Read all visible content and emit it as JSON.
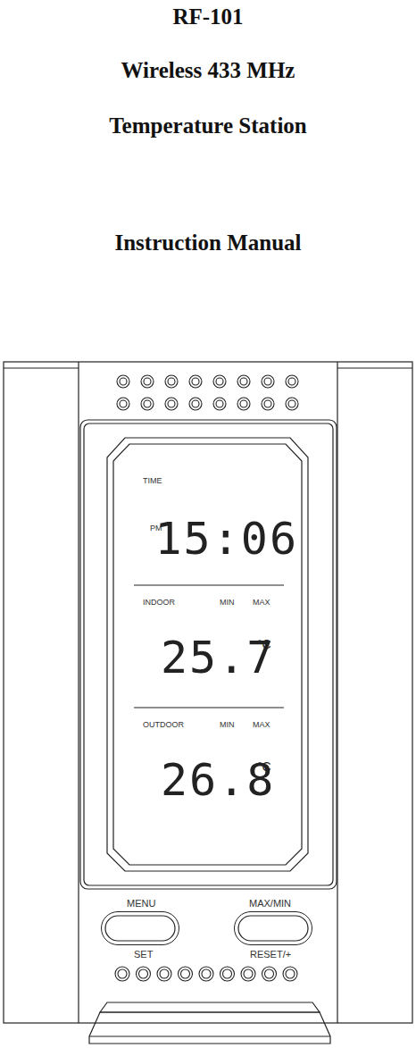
{
  "diagram": {
    "title": "RF-101",
    "nodes": [
      {
        "text": [
          "TIME",
          "PM",
          "15:06"
        ]
      },
      {
        "text": [
          "INDOOR",
          "MIN",
          "MAX",
          "25.7",
          "°C"
        ]
      },
      {
        "text": [
          "OUTDOOR",
          "MIN",
          "MAX",
          "26.8",
          "°C"
        ]
      },
      {
        "text": [
          "MENU"
        ]
      },
      {
        "text": [
          "MAX/MIN"
        ]
      }
    ],
    "labels": [
      "Wireless 433 MHz",
      "Temperature Station",
      "Instruction Manual",
      "SET",
      "RESET/+"
    ]
  }
}
